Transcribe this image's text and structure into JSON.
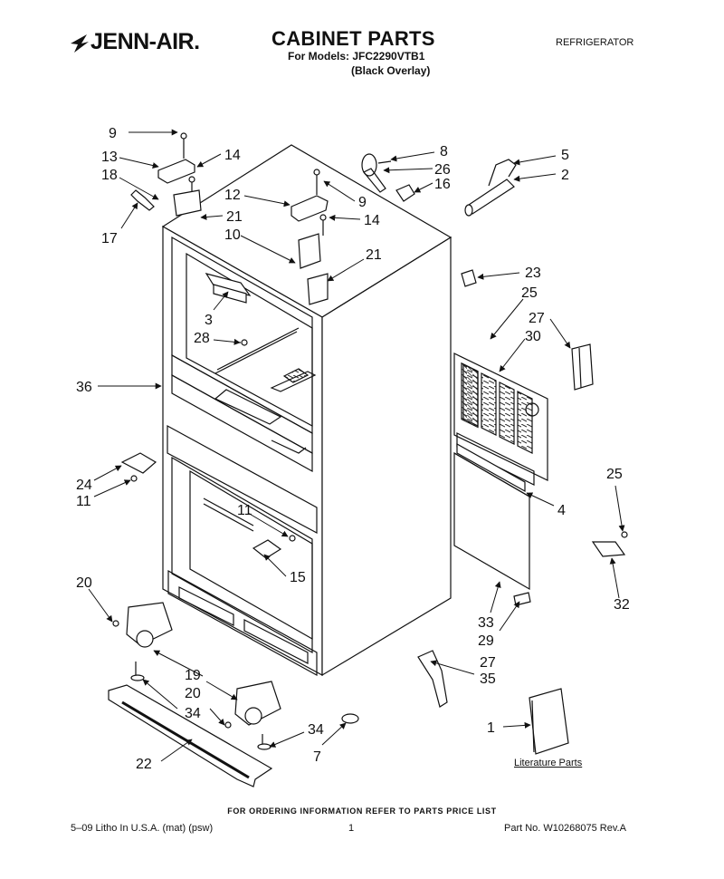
{
  "header": {
    "brand": "JENN-AIR.",
    "title": "CABINET PARTS",
    "models": "For Models: JFC2290VTB1",
    "overlay": "(Black Overlay)",
    "appliance": "REFRIGERATOR"
  },
  "diagram": {
    "literature_label": "Literature Parts",
    "callouts": [
      {
        "id": "c9a",
        "text": "9"
      },
      {
        "id": "c13",
        "text": "13"
      },
      {
        "id": "c18",
        "text": "18"
      },
      {
        "id": "c14a",
        "text": "14"
      },
      {
        "id": "c17",
        "text": "17"
      },
      {
        "id": "c21a",
        "text": "21"
      },
      {
        "id": "c12",
        "text": "12"
      },
      {
        "id": "c9b",
        "text": "9"
      },
      {
        "id": "c14b",
        "text": "14"
      },
      {
        "id": "c10",
        "text": "10"
      },
      {
        "id": "c21b",
        "text": "21"
      },
      {
        "id": "c8",
        "text": "8"
      },
      {
        "id": "c26",
        "text": "26"
      },
      {
        "id": "c16",
        "text": "16"
      },
      {
        "id": "c5",
        "text": "5"
      },
      {
        "id": "c2",
        "text": "2"
      },
      {
        "id": "c23",
        "text": "23"
      },
      {
        "id": "c25a",
        "text": "25"
      },
      {
        "id": "c27a",
        "text": "27"
      },
      {
        "id": "c30",
        "text": "30"
      },
      {
        "id": "c3",
        "text": "3"
      },
      {
        "id": "c28",
        "text": "28"
      },
      {
        "id": "c36",
        "text": "36"
      },
      {
        "id": "c24",
        "text": "24"
      },
      {
        "id": "c11a",
        "text": "11"
      },
      {
        "id": "c11b",
        "text": "11"
      },
      {
        "id": "c15",
        "text": "15"
      },
      {
        "id": "c4",
        "text": "4"
      },
      {
        "id": "c25b",
        "text": "25"
      },
      {
        "id": "c32",
        "text": "32"
      },
      {
        "id": "c20a",
        "text": "20"
      },
      {
        "id": "c33",
        "text": "33"
      },
      {
        "id": "c29",
        "text": "29"
      },
      {
        "id": "c19",
        "text": "19"
      },
      {
        "id": "c20b",
        "text": "20"
      },
      {
        "id": "c34a",
        "text": "34"
      },
      {
        "id": "c27b",
        "text": "27"
      },
      {
        "id": "c35",
        "text": "35"
      },
      {
        "id": "c34b",
        "text": "34"
      },
      {
        "id": "c22",
        "text": "22"
      },
      {
        "id": "c7",
        "text": "7"
      },
      {
        "id": "c1",
        "text": "1"
      }
    ]
  },
  "footer": {
    "order_note": "FOR ORDERING INFORMATION REFER TO PARTS PRICE LIST",
    "litho": "5–09 Litho In U.S.A. (mat) (psw)",
    "page": "1",
    "part_no": "Part No. W10268075 Rev.A"
  }
}
